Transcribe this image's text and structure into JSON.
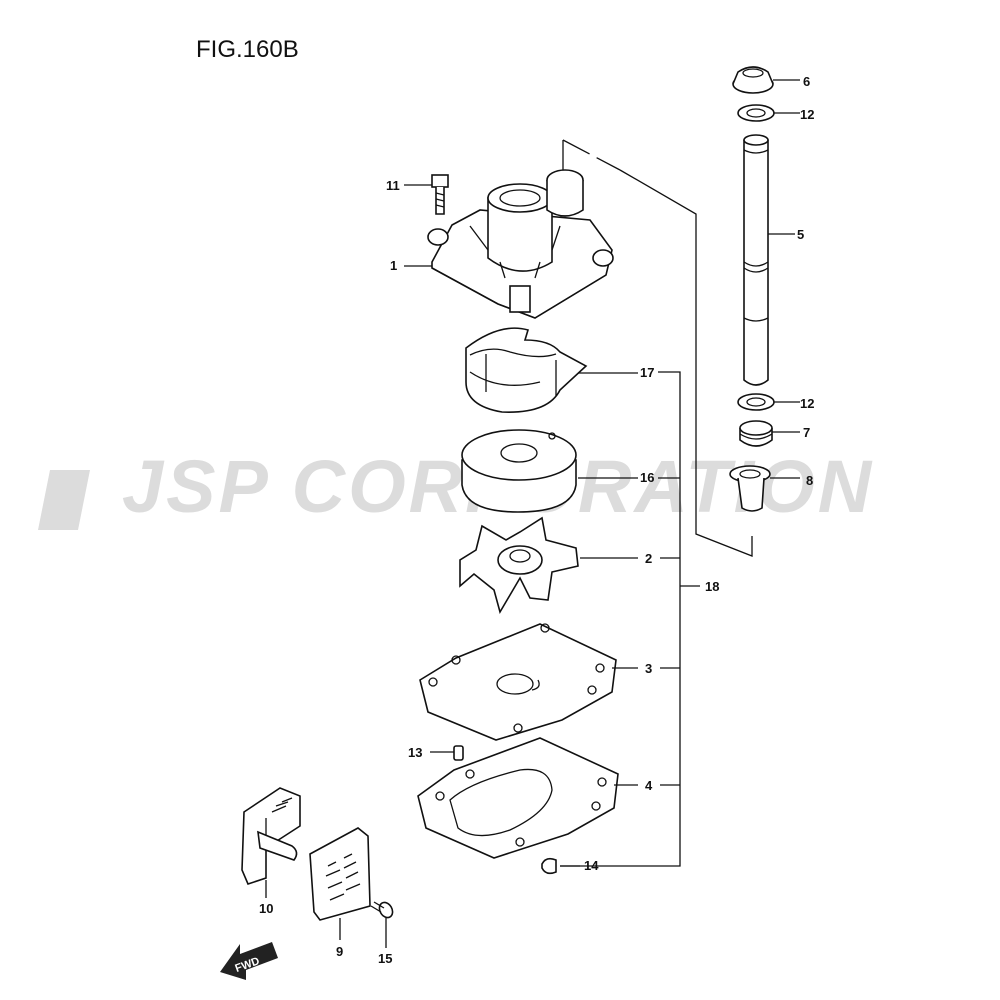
{
  "figure": {
    "title": "FIG.160B",
    "watermark": "JSP CORPORATION",
    "fwd_label": "FWD"
  },
  "callouts": [
    "1",
    "2",
    "3",
    "4",
    "5",
    "6",
    "7",
    "8",
    "9",
    "10",
    "11",
    "12",
    "12",
    "13",
    "14",
    "15",
    "16",
    "17",
    "18"
  ],
  "colors": {
    "line": "#111111",
    "watermark": "#dcdcdc",
    "background": "#ffffff"
  }
}
